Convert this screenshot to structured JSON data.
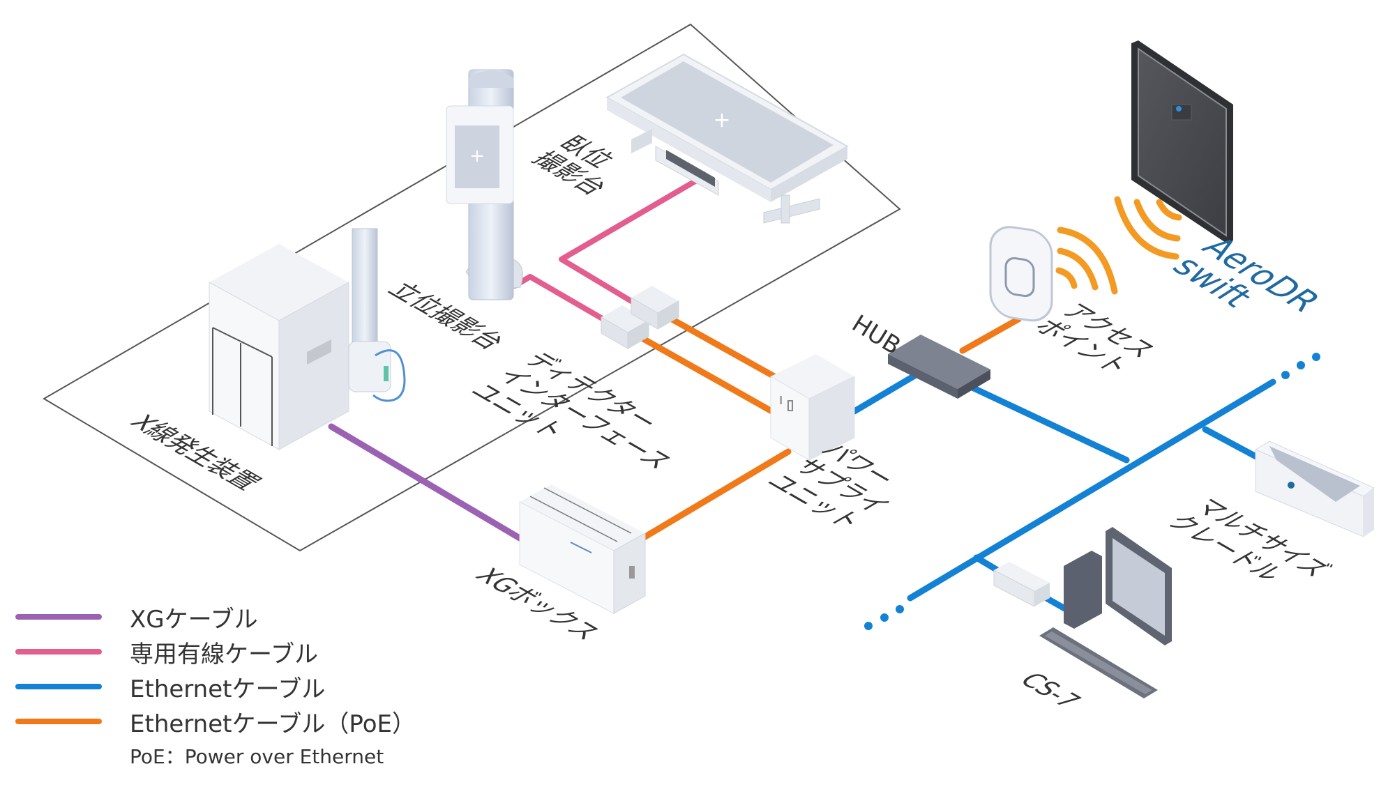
{
  "colors": {
    "xg_cable": "#9b62b3",
    "dedicated_cable": "#e35d8f",
    "ethernet_cable": "#1482d4",
    "ethernet_poe_cable": "#f07a1a",
    "wireless_signal": "#f39a22",
    "brand_text": "#1f6aa0",
    "floor_outline": "#555555",
    "device_light": "#e9ecf2",
    "device_dark": "#6b7180"
  },
  "devices": {
    "detector_panel": {
      "label": "AeroDR\nswift"
    },
    "access_point": {
      "label": "アクセス\nポイント"
    },
    "hub": {
      "label": "HUB"
    },
    "power_supply_unit": {
      "label": "パワー\nサプライ\nユニット"
    },
    "detector_interface_unit": {
      "label": "ディテクター\nインターフェース\nユニット"
    },
    "upright_stand": {
      "label": "立位撮影台"
    },
    "table": {
      "label": "臥位\n撮影台"
    },
    "xray_generator": {
      "label": "X線発生装置"
    },
    "xg_box": {
      "label": "XGボックス"
    },
    "multisize_cradle": {
      "label": "マルチサイズ\nクレードル"
    },
    "console": {
      "label": "CS-7"
    }
  },
  "legend": {
    "items": [
      {
        "label": "XGケーブル",
        "color": "#9b62b3"
      },
      {
        "label": "専用有線ケーブル",
        "color": "#e35d8f"
      },
      {
        "label": "Ethernetケーブル",
        "color": "#1482d4"
      },
      {
        "label": "Ethernetケーブル（PoE）",
        "color": "#f07a1a"
      }
    ],
    "note": "PoE：Power over Ethernet"
  },
  "connections": [
    {
      "from": "xray_generator",
      "to": "xg_box",
      "type": "XGケーブル"
    },
    {
      "from": "upright_stand",
      "to": "detector_interface_unit_1",
      "type": "専用有線ケーブル"
    },
    {
      "from": "table",
      "to": "detector_interface_unit_2",
      "type": "専用有線ケーブル"
    },
    {
      "from": "detector_interface_unit_1",
      "to": "power_supply_unit",
      "type": "Ethernetケーブル（PoE）"
    },
    {
      "from": "detector_interface_unit_2",
      "to": "power_supply_unit",
      "type": "Ethernetケーブル（PoE）"
    },
    {
      "from": "xg_box",
      "to": "power_supply_unit",
      "type": "Ethernetケーブル（PoE）"
    },
    {
      "from": "power_supply_unit",
      "to": "hub",
      "type": "Ethernetケーブル"
    },
    {
      "from": "hub",
      "to": "access_point",
      "type": "Ethernetケーブル（PoE）"
    },
    {
      "from": "hub",
      "to": "network_backbone",
      "type": "Ethernetケーブル"
    },
    {
      "from": "network_backbone",
      "to": "multisize_cradle",
      "type": "Ethernetケーブル"
    },
    {
      "from": "network_backbone",
      "to": "console",
      "type": "Ethernetケーブル"
    },
    {
      "from": "access_point",
      "to": "detector_panel",
      "type": "wireless"
    }
  ]
}
